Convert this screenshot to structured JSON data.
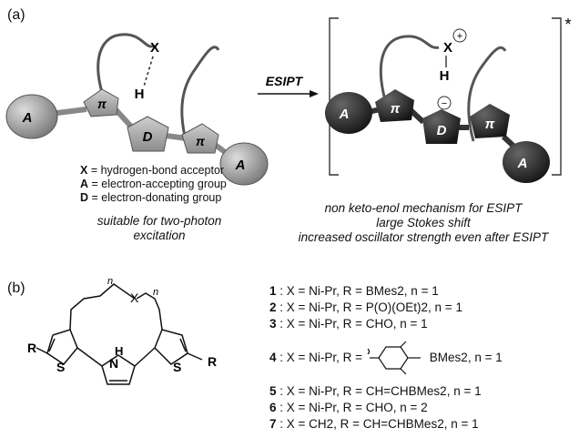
{
  "panel_a": {
    "label": "(a)",
    "arrow_label": "ESIPT",
    "excited_mark": "*",
    "left_atoms": {
      "X": "X",
      "H": "H"
    },
    "right_atoms": {
      "X": "X",
      "H": "H",
      "plus": "+",
      "minus": "−"
    },
    "unit_labels": {
      "A": "A",
      "pi": "π",
      "D": "D"
    },
    "legend": [
      {
        "key": "X",
        "text": " = hydrogen-bond acceptor"
      },
      {
        "key": "A",
        "text": " = electron-accepting group"
      },
      {
        "key": "D",
        "text": " = electron-donating group"
      }
    ],
    "left_caption": [
      "suitable for two-photon",
      "excitation"
    ],
    "right_caption": [
      "non keto-enol mechanism for ESIPT",
      "large Stokes shift",
      "increased oscillator strength even after ESIPT"
    ]
  },
  "panel_b": {
    "label": "(b)",
    "structure_labels": {
      "R_left": "R",
      "R_right": "R",
      "S_left": "S",
      "S_right": "S",
      "N": "N",
      "H": "H",
      "X": "X",
      "n_left": "n",
      "n_right": "n"
    },
    "compounds": [
      {
        "id": "1",
        "text": " : X = Ni-Pr, R = BMes2, n = 1"
      },
      {
        "id": "2",
        "text": " : X = Ni-Pr, R = P(O)(OEt)2, n = 1"
      },
      {
        "id": "3",
        "text": " : X = Ni-Pr, R = CHO, n = 1"
      },
      {
        "id": "4",
        "text": " : X = Ni-Pr, R = ",
        "suffix": "BMes2, n = 1"
      },
      {
        "id": "5",
        "text": " : X = Ni-Pr, R = CH=CHBMes2, n = 1"
      },
      {
        "id": "6",
        "text": " : X = Ni-Pr, R = CHO, n = 2"
      },
      {
        "id": "7",
        "text": " : X = CH2,  R = CH=CHBMes2, n = 1"
      }
    ]
  }
}
